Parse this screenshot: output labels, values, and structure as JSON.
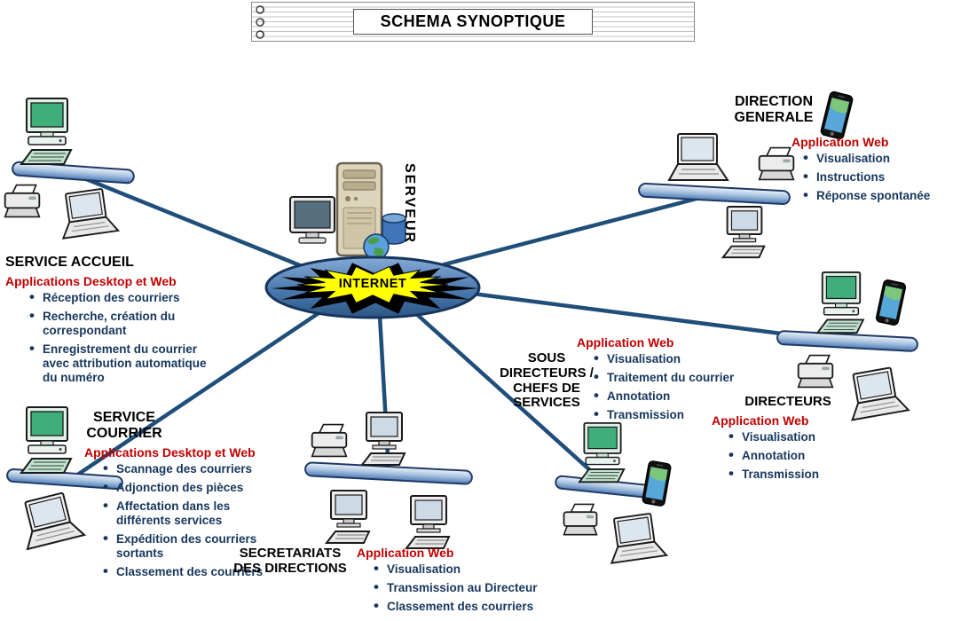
{
  "title": "SCHEMA SYNOPTIQUE",
  "center": {
    "server_label": "SERVEUR",
    "internet_label": "INTERNET"
  },
  "groups": {
    "accueil": {
      "name": "SERVICE ACCUEIL",
      "app": "Applications Desktop et Web",
      "bullets": [
        "Réception des courriers",
        "Recherche, création du correspondant",
        "Enregistrement du courrier avec attribution automatique du numéro"
      ]
    },
    "courrier": {
      "name": "SERVICE COURRIER",
      "app": "Applications Desktop et Web",
      "bullets": [
        "Scannage des courriers",
        "Adjonction des pièces",
        "Affectation dans les différents services",
        "Expédition des courriers sortants",
        "Classement des courriers"
      ]
    },
    "secretariats": {
      "name": "SECRETARIATS DES DIRECTIONS",
      "app": "Application Web",
      "bullets": [
        "Visualisation",
        "Transmission au Directeur",
        "Classement des courriers"
      ]
    },
    "sous_directeurs": {
      "name": "SOUS DIRECTEURS / CHEFS DE SERVICES",
      "app": "Application Web",
      "bullets": [
        "Visualisation",
        "Traitement du courrier",
        "Annotation",
        "Transmission"
      ]
    },
    "directeurs": {
      "name": "DIRECTEURS",
      "app": "Application Web",
      "bullets": [
        "Visualisation",
        "Annotation",
        "Transmission"
      ]
    },
    "direction_generale": {
      "name": "DIRECTION GENERALE",
      "app": "Application Web",
      "bullets": [
        "Visualisation",
        "Instructions",
        "Réponse spontanée"
      ]
    }
  },
  "icons": {
    "desktop": "desktop-computer-icon",
    "workstation": "workstation-icon",
    "laptop": "laptop-icon",
    "printer": "printer-icon",
    "smartphone": "smartphone-icon",
    "server_tower": "server-tower-icon",
    "monitor": "monitor-icon",
    "database": "database-cylinder-icon",
    "globe": "globe-icon"
  },
  "colors": {
    "app_label_red": "#C00000",
    "bullet_navy": "#17365D",
    "line_blue": "#1F4E79",
    "internet_star_yellow": "#FFFF00",
    "bus_blue": "#4C7CB4"
  }
}
